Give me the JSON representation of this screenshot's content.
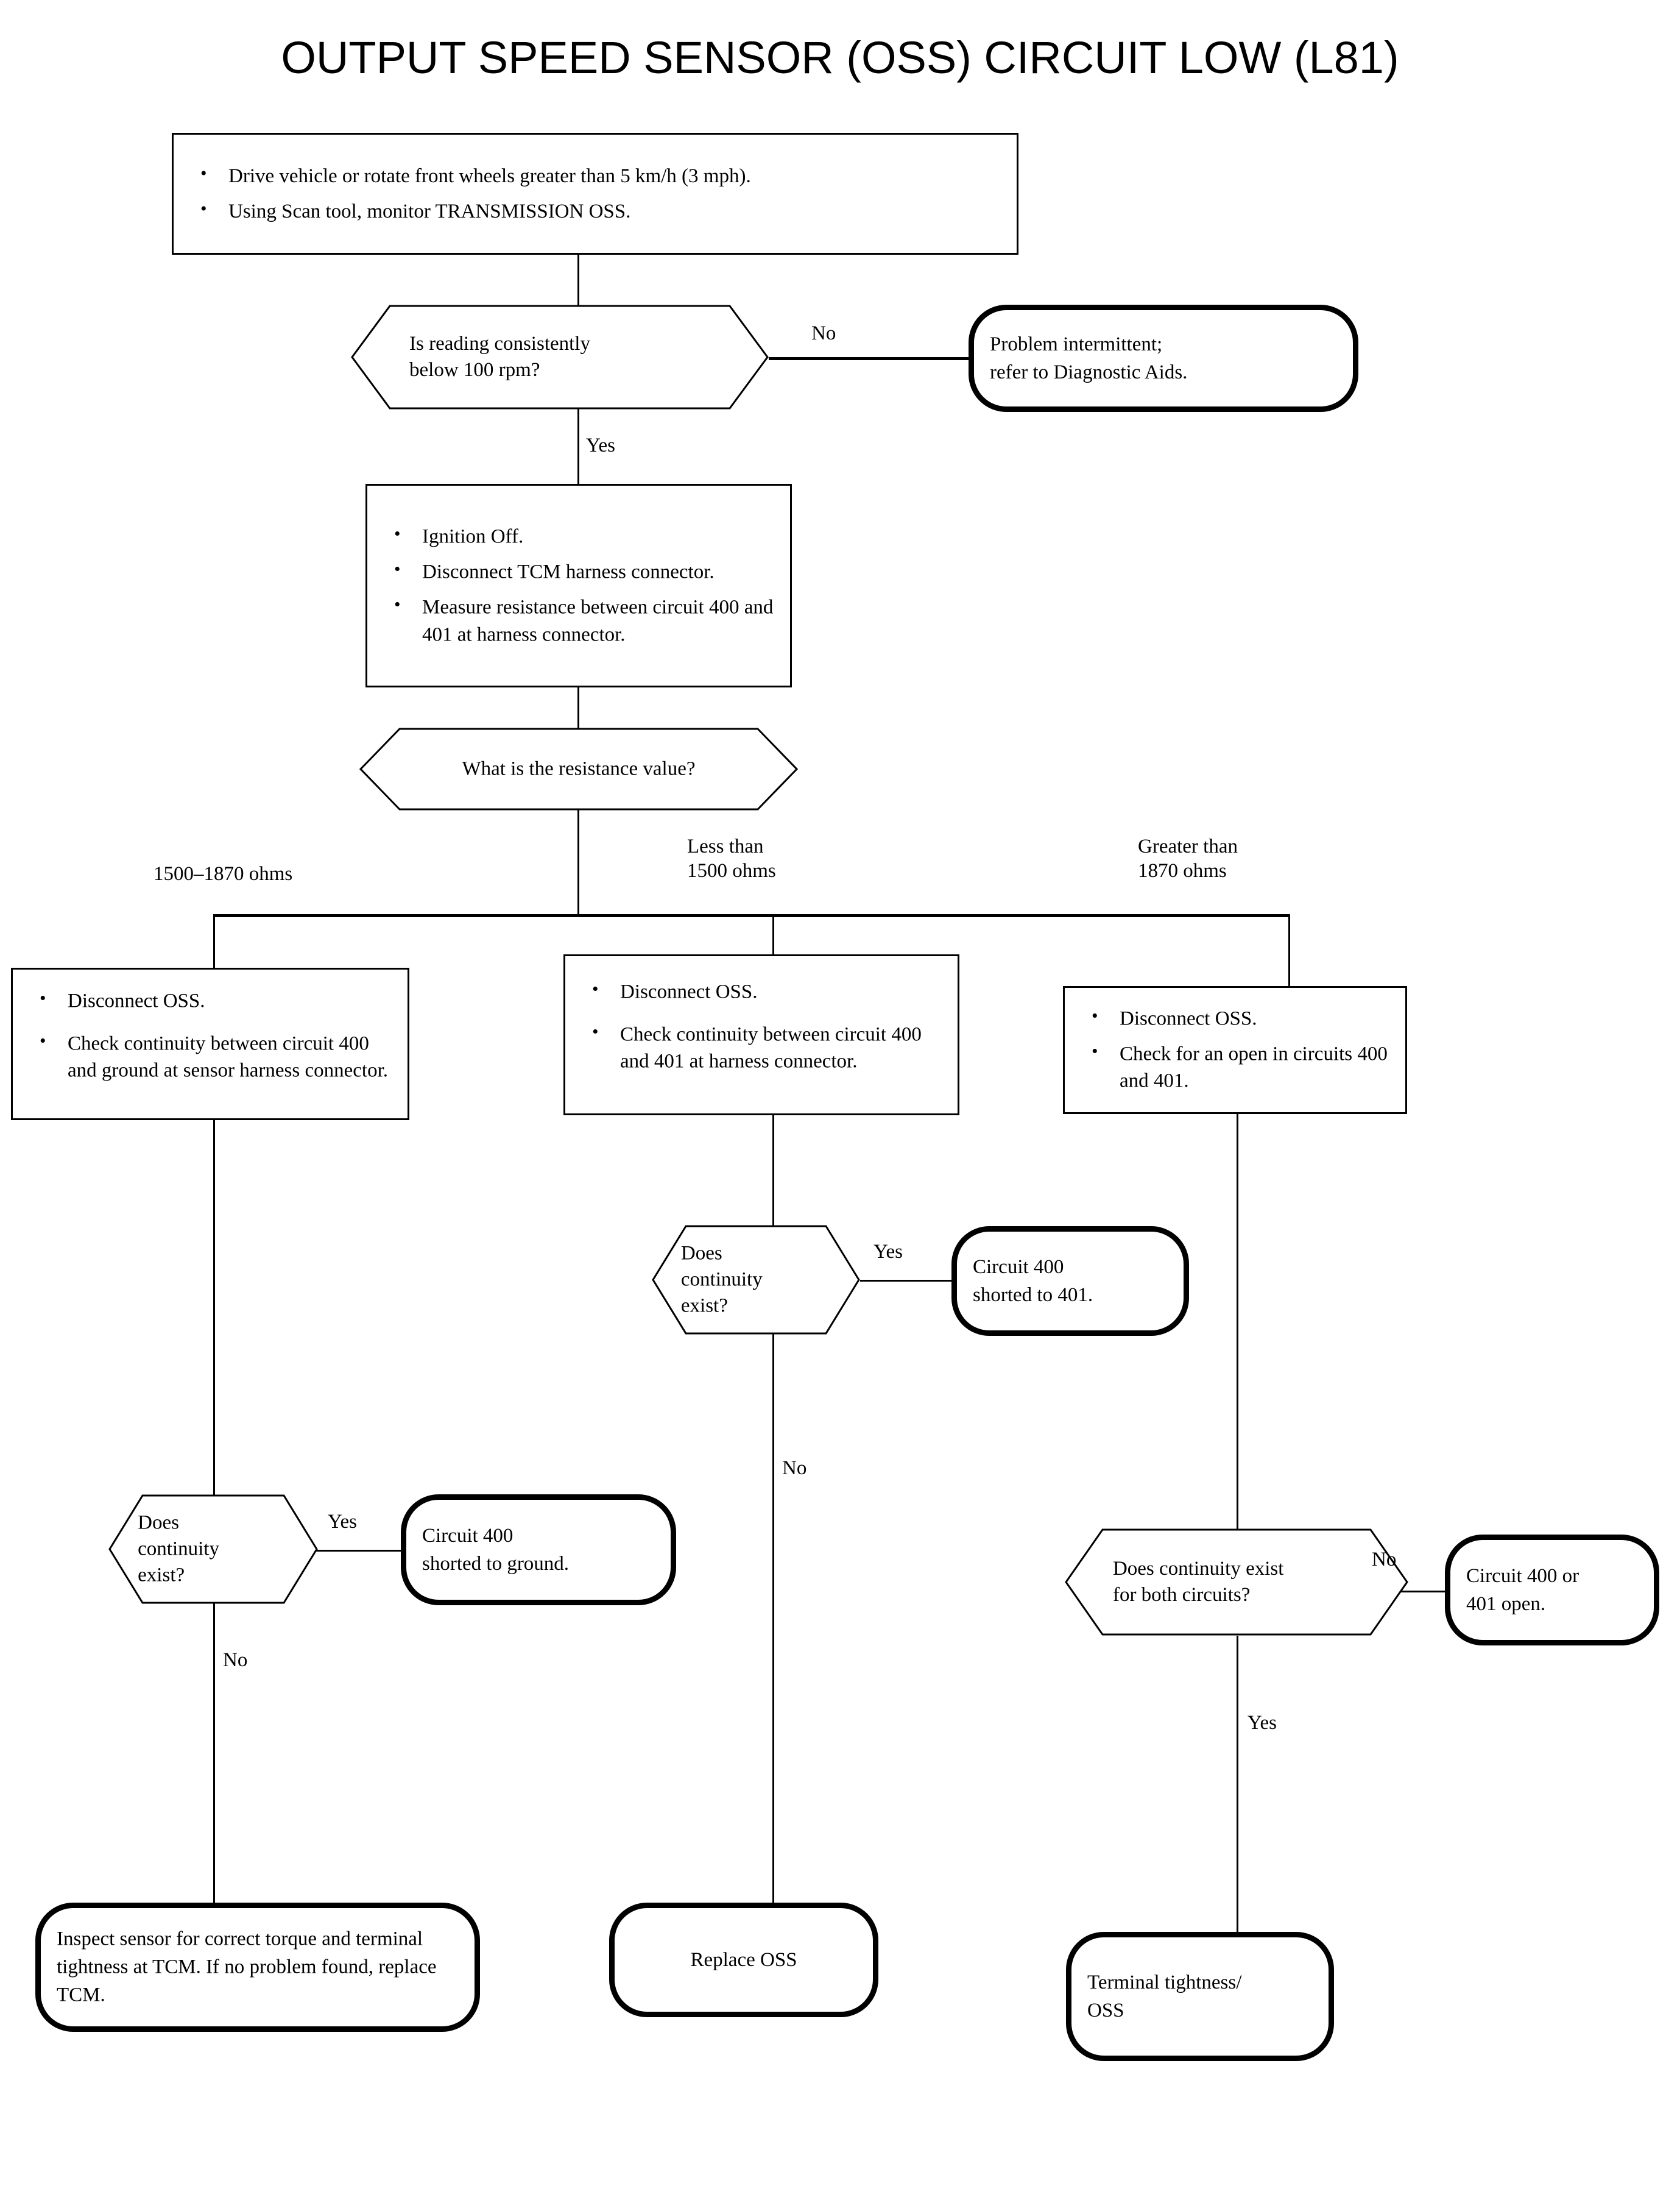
{
  "title": "OUTPUT SPEED SENSOR (OSS) CIRCUIT LOW (L81)",
  "nodes": {
    "start_steps": {
      "type": "process",
      "bullets": [
        "Drive vehicle or rotate front wheels greater than 5 km/h (3 mph).",
        "Using Scan tool, monitor  TRANSMISSION OSS."
      ]
    },
    "decision_reading": {
      "type": "decision",
      "text": "Is reading consistently\nbelow 100 rpm?"
    },
    "terminal_intermittent": {
      "type": "terminal",
      "text": "Problem intermittent;\nrefer to Diagnostic Aids."
    },
    "measure_resistance": {
      "type": "process",
      "bullets": [
        "Ignition Off.",
        "Disconnect TCM harness connector.",
        "Measure resistance between circuit 400 and 401 at harness connector."
      ]
    },
    "decision_resistance": {
      "type": "decision",
      "text": "What is the resistance value?"
    },
    "branch_left_label": "1500–1870 ohms",
    "branch_mid_label": "Less than\n1500 ohms",
    "branch_right_label": "Greater than\n1870 ohms",
    "left_check": {
      "type": "process",
      "bullets": [
        "Disconnect OSS.",
        "Check continuity between circuit 400 and ground at sensor harness connector."
      ]
    },
    "mid_check": {
      "type": "process",
      "bullets": [
        "Disconnect OSS.",
        "Check continuity between circuit 400 and 401 at harness connector."
      ]
    },
    "right_check": {
      "type": "process",
      "bullets": [
        "Disconnect OSS.",
        "Check for an open in circuits 400 and 401."
      ]
    },
    "mid_decision": {
      "type": "decision",
      "text": "Does\ncontinuity\nexist?"
    },
    "terminal_shorted_401": {
      "type": "terminal",
      "text": "Circuit 400\nshorted to 401."
    },
    "left_decision": {
      "type": "decision",
      "text": "Does\ncontinuity\nexist?"
    },
    "terminal_shorted_ground": {
      "type": "terminal",
      "text": "Circuit 400\nshorted to ground."
    },
    "right_decision": {
      "type": "decision",
      "text": "Does continuity exist\nfor both circuits?"
    },
    "terminal_open": {
      "type": "terminal",
      "text": "Circuit 400 or\n401 open."
    },
    "terminal_inspect_tcm": {
      "type": "terminal",
      "text": "Inspect sensor for correct torque and terminal tightness at TCM. If no problem found, replace TCM."
    },
    "terminal_replace_oss": {
      "type": "terminal",
      "text": "Replace OSS"
    },
    "terminal_terminal_tightness": {
      "type": "terminal",
      "text": "Terminal tightness/\nOSS"
    }
  },
  "edge_labels": {
    "reading_no": "No",
    "reading_yes": "Yes",
    "mid_decision_yes": "Yes",
    "mid_decision_no": "No",
    "left_decision_yes": "Yes",
    "left_decision_no": "No",
    "right_decision_no": "No",
    "right_decision_yes": "Yes"
  },
  "colors": {
    "stroke": "#000000",
    "background": "#ffffff"
  }
}
